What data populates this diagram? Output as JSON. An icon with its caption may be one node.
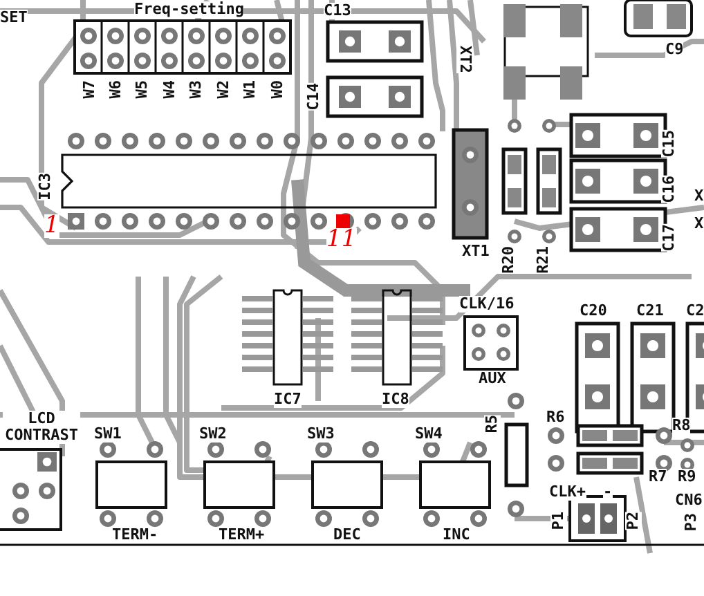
{
  "diagram": {
    "labels": [
      "SET",
      "Freq-setting",
      "C13",
      "C9",
      "W7",
      "W6",
      "W5",
      "W4",
      "W3",
      "W2",
      "W1",
      "W0",
      "C14",
      "XT2",
      "IC3",
      "C15",
      "C16",
      "X",
      "C17",
      "X",
      "1",
      "11",
      "XT1",
      "R20",
      "R21",
      "C20",
      "C21",
      "C2",
      "CLK/16",
      "AUX",
      "IC7",
      "IC8",
      "LCD CONTRAST",
      "R5",
      "SW1",
      "SW2",
      "SW3",
      "SW4",
      "R6",
      "R8",
      "R7",
      "R9",
      "CLK+",
      "-",
      "CN6",
      "P1",
      "P2",
      "P3",
      "TERM-",
      "TERM+",
      "DEC",
      "INC"
    ]
  }
}
